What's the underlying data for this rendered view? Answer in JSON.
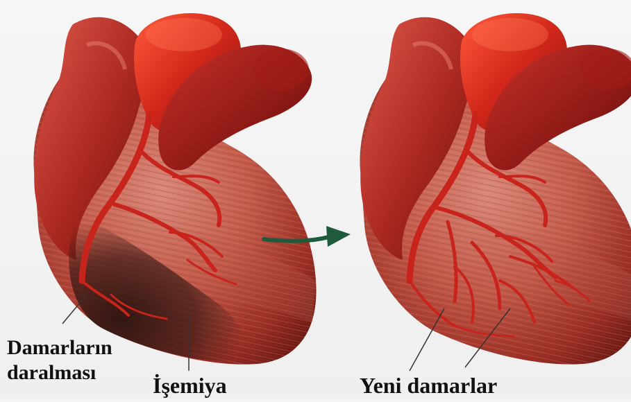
{
  "labels": {
    "narrowing_line1": "Damarların",
    "narrowing_line2": "daralması",
    "ischemia": "İşemiya",
    "new_vessels": "Yeni damarlar"
  },
  "colors": {
    "heart_dark": "#7a0f0f",
    "heart_mid": "#b0241f",
    "heart_light": "#e24a3a",
    "artery": "#c8241c",
    "ischemic": "#3a1a14",
    "arrow": "#1f5a3c",
    "background": "#f4f4f4"
  }
}
